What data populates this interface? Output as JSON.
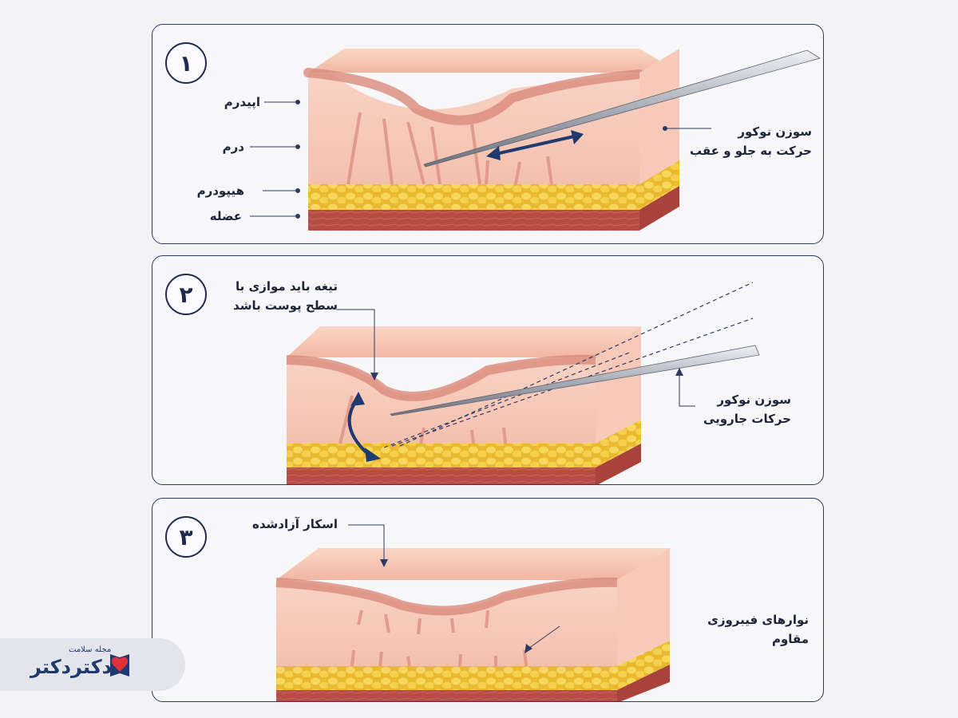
{
  "panel1": {
    "number": "۱",
    "labels": {
      "epidermis": "اپیدرم",
      "dermis": "درم",
      "hypodermis": "هیپودرم",
      "muscle": "عضله"
    },
    "needle_line1": "سوزن نوکور",
    "needle_line2": "حرکت به جلو و عقب"
  },
  "panel2": {
    "number": "۲",
    "blade_line1": "تیغه باید موازی با",
    "blade_line2": "سطح پوست باشد",
    "needle_line1": "سوزن نوکور",
    "needle_line2": "حرکات جارویی"
  },
  "panel3": {
    "number": "۳",
    "scar": "اسکار آزادشده",
    "bands_line1": "نوارهای فیبروزی",
    "bands_line2": "مقاوم"
  },
  "brand": {
    "tagline": "مجله سلامت",
    "name": "دکتردکتر"
  },
  "colors": {
    "frame": "#2e3a63",
    "skin": "#f1b5a2",
    "fat": "#f2cc45",
    "muscle": "#b84b43",
    "arrow": "#1f3a6e"
  }
}
